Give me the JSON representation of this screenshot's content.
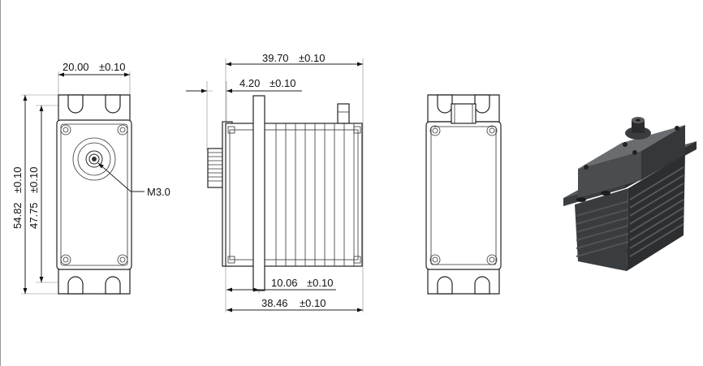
{
  "dimensions": {
    "front_width": {
      "value": "20.00",
      "tol": "±0.10"
    },
    "front_height_total": {
      "value": "54.82",
      "tol": "±0.10"
    },
    "front_height_body": {
      "value": "47.75",
      "tol": "±0.10"
    },
    "hole_label": "M3.0",
    "side_length": {
      "value": "39.70",
      "tol": "±0.10"
    },
    "spline_offset": {
      "value": "4.20",
      "tol": "±0.10"
    },
    "flange_offset": {
      "value": "10.06",
      "tol": "±0.10"
    },
    "body_length": {
      "value": "38.46",
      "tol": "±0.10"
    }
  },
  "colors": {
    "line": "#222222",
    "render_dark": "#2c2e30",
    "render_mid": "#45484b",
    "render_light": "#6a6d70"
  }
}
